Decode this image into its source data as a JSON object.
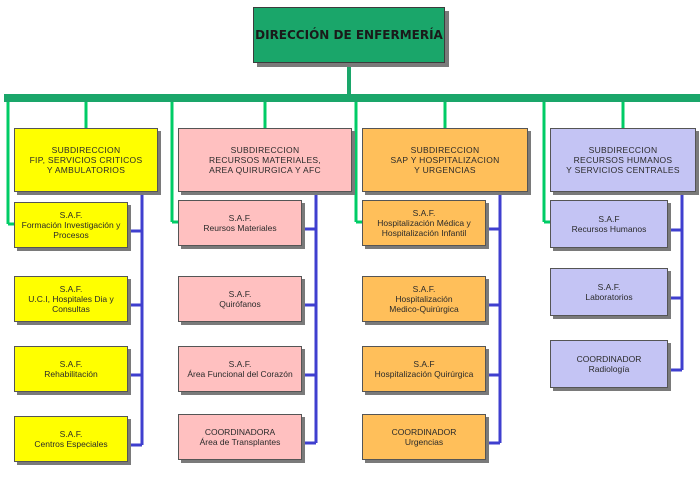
{
  "colors": {
    "top": "#1aa66a",
    "bus": "#1aa66a",
    "green_line": "#00cc66",
    "blue_line": "#3f3fcf",
    "col1": "#ffff00",
    "col2": "#ffc0c0",
    "col3": "#ffbf5a",
    "col4": "#c4c4f4"
  },
  "top": {
    "title": "DIRECCIÓN DE ENFERMERÍA"
  },
  "columns": [
    {
      "head": [
        "SUBDIRECCION",
        "FIP, SERVICIOS CRITICOS",
        "Y AMBULATORIOS"
      ],
      "units": [
        [
          "S.A.F.",
          "Formación Investigación y",
          "Procesos"
        ],
        [
          "S.A.F.",
          "U.C.I, Hospitales Dia y",
          "Consultas"
        ],
        [
          "S.A.F.",
          "Rehabilitación"
        ],
        [
          "S.A.F.",
          "Centros Especiales"
        ]
      ]
    },
    {
      "head": [
        "SUBDIRECCION",
        "RECURSOS MATERIALES,",
        "AREA QUIRURGICA Y AFC"
      ],
      "units": [
        [
          "S.A.F.",
          "Reursos Materiales"
        ],
        [
          "S.A.F.",
          "Quirófanos"
        ],
        [
          "S.A.F.",
          "Área Funcional del Corazón"
        ],
        [
          "COORDINADORA",
          "Área de Transplantes"
        ]
      ]
    },
    {
      "head": [
        "SUBDIRECCION",
        "SAP Y HOSPITALIZACION",
        "Y URGENCIAS"
      ],
      "units": [
        [
          "S.A.F.",
          "Hospitalización Médica y",
          "Hospitalización Infantil"
        ],
        [
          "S.A.F.",
          "Hospitalización",
          "Medico-Quirúrgica"
        ],
        [
          "S.A.F",
          "Hospitalización Quirúrgica"
        ],
        [
          "COORDINADOR",
          "Urgencias"
        ]
      ]
    },
    {
      "head": [
        "SUBDIRECCION",
        "RECURSOS HUMANOS",
        "Y SERVICIOS CENTRALES"
      ],
      "units": [
        [
          "S.A.F",
          "Recursos Humanos"
        ],
        [
          "S.A.F.",
          "Laboratorios"
        ],
        [
          "COORDINADOR",
          "Radiología"
        ]
      ]
    }
  ]
}
